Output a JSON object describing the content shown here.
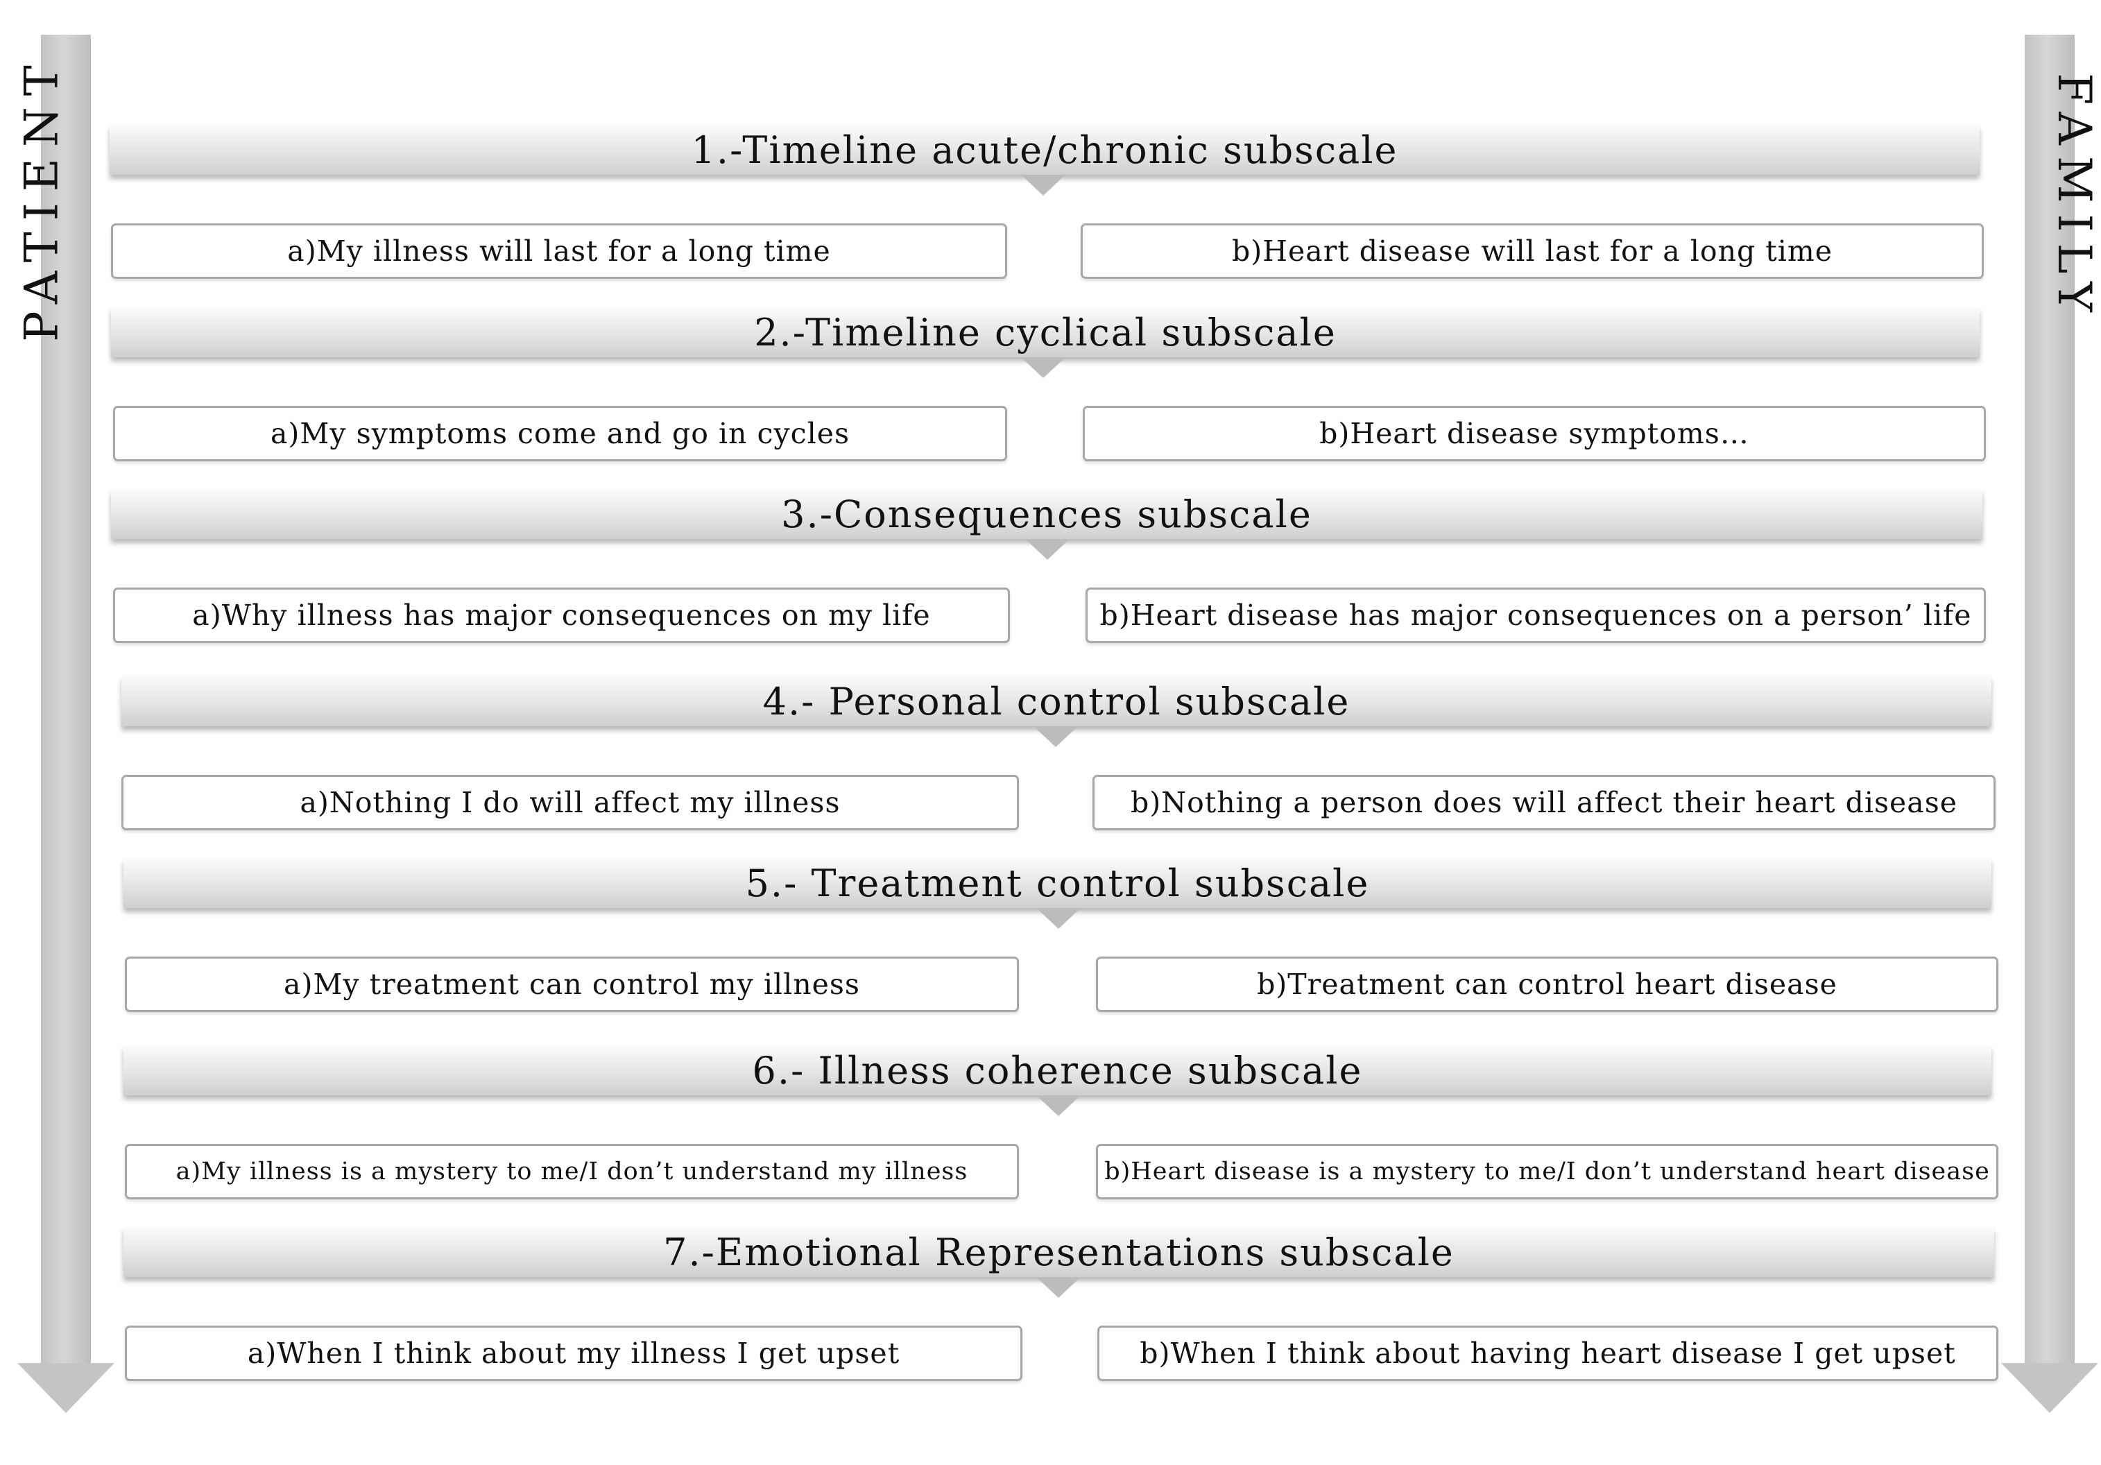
{
  "side_labels": {
    "left": "PATIENT",
    "right": "FAMILY"
  },
  "sections": [
    {
      "title": "1.-Timeline acute/chronic subscale",
      "patient": "a)My illness will last for a long time",
      "family": "b)Heart disease will last for a long time"
    },
    {
      "title": "2.-Timeline cyclical subscale",
      "patient": "a)My symptoms come and go in cycles",
      "family": "b)Heart disease symptoms…"
    },
    {
      "title": "3.-Consequences subscale",
      "patient": "a)Why illness has major consequences on my life",
      "family": "b)Heart disease has major consequences on a person’ life"
    },
    {
      "title": "4.- Personal control subscale",
      "patient": "a)Nothing I do will affect my illness",
      "family": "b)Nothing a person does will affect their heart disease"
    },
    {
      "title": "5.- Treatment control subscale",
      "patient": "a)My treatment can control my illness",
      "family": "b)Treatment can control heart disease"
    },
    {
      "title": "6.- Illness coherence subscale",
      "patient": "a)My illness is a mystery to me/I don’t understand my illness",
      "family": "b)Heart disease is a mystery to me/I don’t understand heart disease"
    },
    {
      "title": "7.-Emotional Representations subscale",
      "patient": "a)When I think about my illness I get upset",
      "family": "b)When I think about having heart disease I get upset"
    }
  ]
}
